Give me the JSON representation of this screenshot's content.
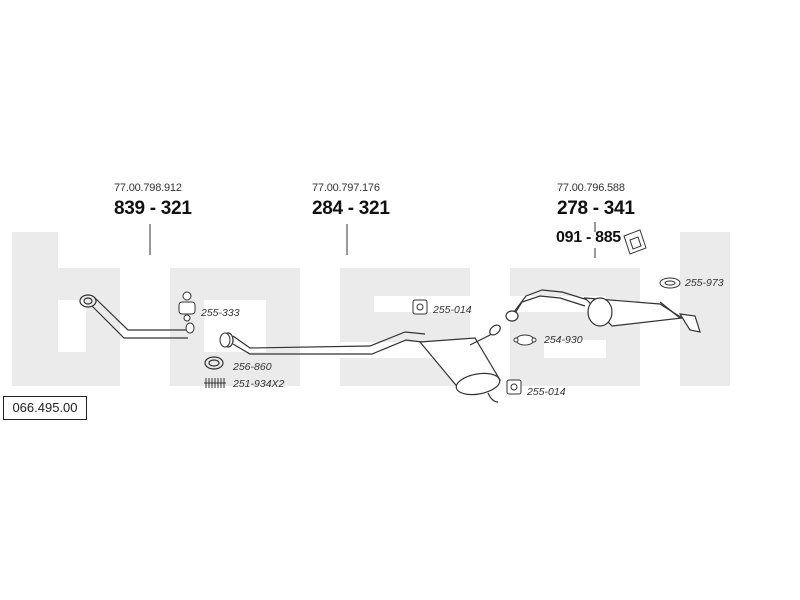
{
  "catalog_number": "066.495.00",
  "watermark_color": "#ebebeb",
  "line_color": "#333333",
  "assemblies": [
    {
      "oem": "77.00.798.912",
      "number": "839 - 321"
    },
    {
      "oem": "77.00.797.176",
      "number": "284 - 321"
    },
    {
      "oem": "77.00.796.588",
      "number": "278 - 341"
    }
  ],
  "kit_number": "091 - 885",
  "parts": [
    {
      "label": "255-333",
      "icon": "rubber-hanger-icon"
    },
    {
      "label": "256-860",
      "icon": "gasket-ring-icon"
    },
    {
      "label": "251-934X2",
      "icon": "spring-icon"
    },
    {
      "label": "255-014",
      "icon": "rubber-mount-icon"
    },
    {
      "label": "255-014",
      "icon": "rubber-mount-icon"
    },
    {
      "label": "254-930",
      "icon": "clamp-icon"
    },
    {
      "label": "255-973",
      "icon": "rubber-ring-icon"
    }
  ]
}
